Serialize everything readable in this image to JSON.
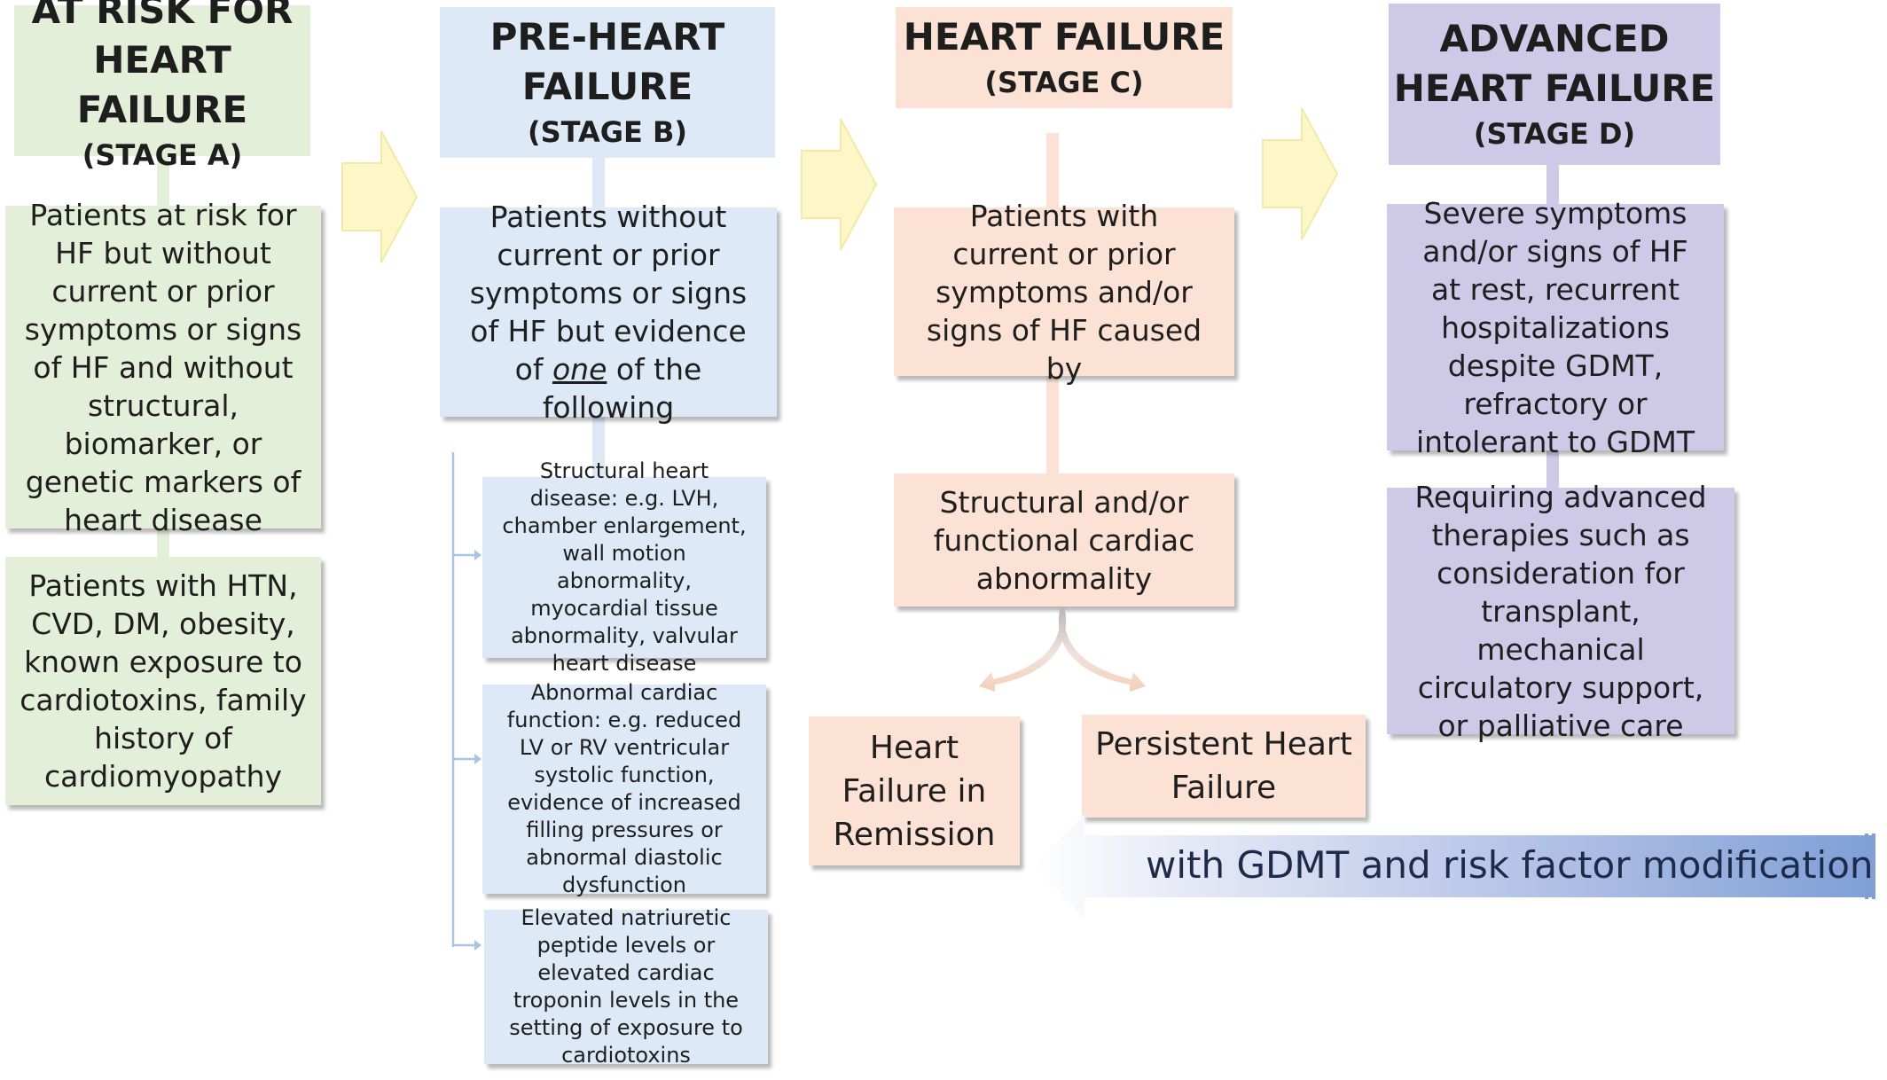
{
  "stages": {
    "a": {
      "title_line1": "AT RISK FOR",
      "title_line2": "HEART FAILURE",
      "stage": "(STAGE A)",
      "desc": "Patients at risk for HF but without current or prior symptoms or signs of HF and without structural, biomarker, or genetic markers of heart disease",
      "examples": "Patients with HTN, CVD, DM, obesity, known exposure to cardiotoxins, family history of cardiomyopathy"
    },
    "b": {
      "title_line1": "PRE-HEART",
      "title_line2": "FAILURE",
      "stage": "(STAGE B)",
      "desc_before": "Patients without current or prior symptoms or signs of HF but evidence of ",
      "desc_emph": "one",
      "desc_after": " of the following",
      "items": [
        "Structural heart disease: e.g. LVH, chamber enlargement, wall motion abnormality, myocardial tissue abnormality, valvular heart disease",
        "Abnormal cardiac function: e.g. reduced LV or RV ventricular systolic function, evidence of increased filling pressures or abnormal diastolic dysfunction",
        "Elevated natriuretic peptide levels or elevated cardiac troponin levels in the setting of exposure to cardiotoxins"
      ]
    },
    "c": {
      "title": "HEART FAILURE",
      "stage": "(STAGE C)",
      "desc": "Patients with current or prior symptoms and/or signs of HF caused by",
      "cause": "Structural and/or functional cardiac abnormality",
      "remission": "Heart Failure in Remission",
      "persistent": "Persistent Heart Failure"
    },
    "d": {
      "title_line1": "ADVANCED",
      "title_line2": "HEART FAILURE",
      "stage": "(STAGE D)",
      "desc": "Severe symptoms and/or signs of HF at rest, recurrent hospitalizations despite GDMT, refractory or intolerant to GDMT",
      "therapies": "Requiring advanced therapies such as consideration for transplant, mechanical circulatory support, or palliative care"
    }
  },
  "banner_text": "with GDMT and risk factor modification",
  "colors": {
    "green": "#e3efd9",
    "blue": "#dde9f6",
    "orange": "#fbe2d4",
    "purple": "#cdc9e7",
    "arrow_yellow": "#fdf7c8",
    "banner_blue": "#8aa8d8"
  }
}
